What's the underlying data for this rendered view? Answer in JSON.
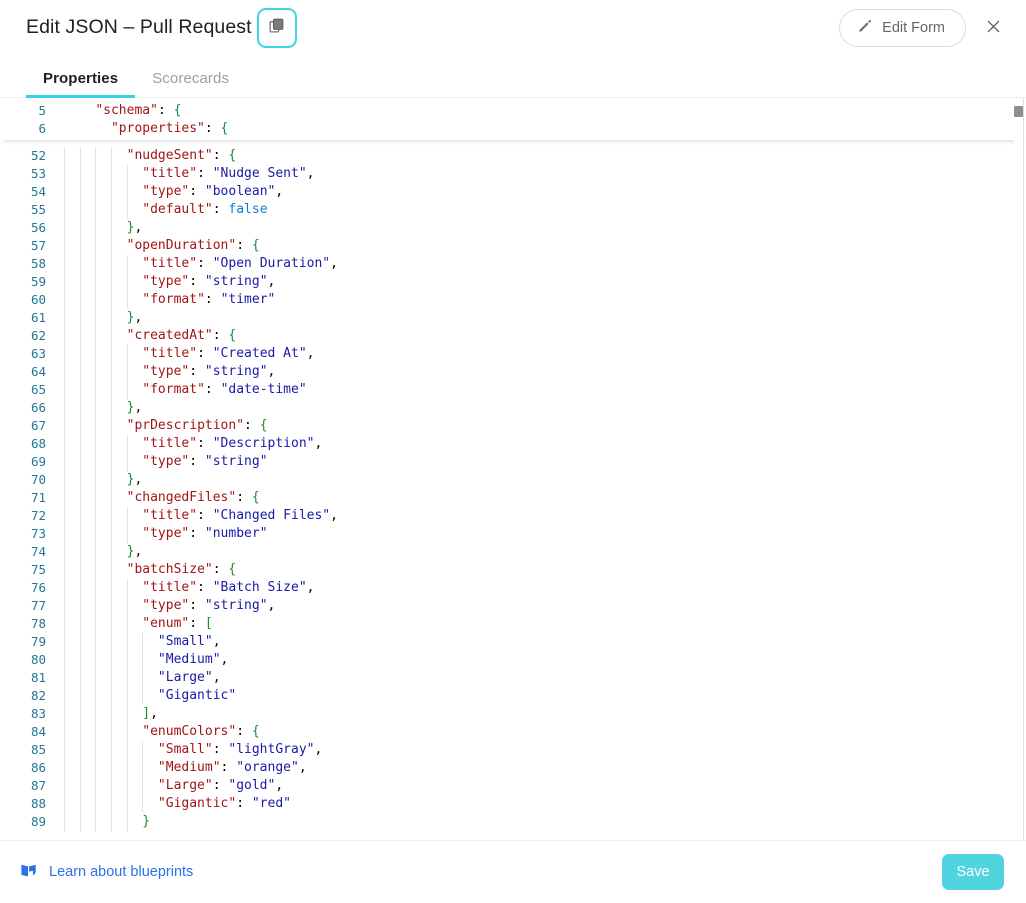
{
  "header": {
    "title": "Edit JSON – Pull Request",
    "copy_icon": "copy-icon",
    "edit_form_label": "Edit Form",
    "edit_icon": "pencil-icon",
    "close_icon": "close-icon"
  },
  "tabs": [
    {
      "label": "Properties",
      "active": true
    },
    {
      "label": "Scorecards",
      "active": false
    }
  ],
  "footer": {
    "learn_label": "Learn about blueprints",
    "learn_icon": "book-icon",
    "save_label": "Save"
  },
  "colors": {
    "accent": "#3ad2e3",
    "save_bg": "#4fd4e0",
    "link": "#2a72e8",
    "line_number": "#237893",
    "json_key": "#a31515",
    "json_string": "#1a1aa6",
    "json_boolean": "#0b7fd6",
    "json_brace": "#1a8a3a"
  },
  "editor": {
    "sticky_lines": [
      {
        "num": 5,
        "indent": 2,
        "tokens": [
          {
            "t": "key",
            "v": "\"schema\""
          },
          {
            "t": "punct",
            "v": ": "
          },
          {
            "t": "brace",
            "v": "{"
          }
        ]
      },
      {
        "num": 6,
        "indent": 3,
        "tokens": [
          {
            "t": "key",
            "v": "\"properties\""
          },
          {
            "t": "punct",
            "v": ": "
          },
          {
            "t": "brace",
            "v": "{"
          }
        ]
      }
    ],
    "lines": [
      {
        "num": 52,
        "indent": 4,
        "tokens": [
          {
            "t": "key",
            "v": "\"nudgeSent\""
          },
          {
            "t": "punct",
            "v": ": "
          },
          {
            "t": "brace",
            "v": "{"
          }
        ]
      },
      {
        "num": 53,
        "indent": 5,
        "tokens": [
          {
            "t": "key",
            "v": "\"title\""
          },
          {
            "t": "punct",
            "v": ": "
          },
          {
            "t": "str",
            "v": "\"Nudge Sent\""
          },
          {
            "t": "punct",
            "v": ","
          }
        ]
      },
      {
        "num": 54,
        "indent": 5,
        "tokens": [
          {
            "t": "key",
            "v": "\"type\""
          },
          {
            "t": "punct",
            "v": ": "
          },
          {
            "t": "str",
            "v": "\"boolean\""
          },
          {
            "t": "punct",
            "v": ","
          }
        ]
      },
      {
        "num": 55,
        "indent": 5,
        "tokens": [
          {
            "t": "key",
            "v": "\"default\""
          },
          {
            "t": "punct",
            "v": ": "
          },
          {
            "t": "bool",
            "v": "false"
          }
        ]
      },
      {
        "num": 56,
        "indent": 4,
        "tokens": [
          {
            "t": "brace",
            "v": "}"
          },
          {
            "t": "punct",
            "v": ","
          }
        ]
      },
      {
        "num": 57,
        "indent": 4,
        "tokens": [
          {
            "t": "key",
            "v": "\"openDuration\""
          },
          {
            "t": "punct",
            "v": ": "
          },
          {
            "t": "brace",
            "v": "{"
          }
        ]
      },
      {
        "num": 58,
        "indent": 5,
        "tokens": [
          {
            "t": "key",
            "v": "\"title\""
          },
          {
            "t": "punct",
            "v": ": "
          },
          {
            "t": "str",
            "v": "\"Open Duration\""
          },
          {
            "t": "punct",
            "v": ","
          }
        ]
      },
      {
        "num": 59,
        "indent": 5,
        "tokens": [
          {
            "t": "key",
            "v": "\"type\""
          },
          {
            "t": "punct",
            "v": ": "
          },
          {
            "t": "str",
            "v": "\"string\""
          },
          {
            "t": "punct",
            "v": ","
          }
        ]
      },
      {
        "num": 60,
        "indent": 5,
        "tokens": [
          {
            "t": "key",
            "v": "\"format\""
          },
          {
            "t": "punct",
            "v": ": "
          },
          {
            "t": "str",
            "v": "\"timer\""
          }
        ]
      },
      {
        "num": 61,
        "indent": 4,
        "tokens": [
          {
            "t": "brace",
            "v": "}"
          },
          {
            "t": "punct",
            "v": ","
          }
        ]
      },
      {
        "num": 62,
        "indent": 4,
        "tokens": [
          {
            "t": "key",
            "v": "\"createdAt\""
          },
          {
            "t": "punct",
            "v": ": "
          },
          {
            "t": "brace",
            "v": "{"
          }
        ]
      },
      {
        "num": 63,
        "indent": 5,
        "tokens": [
          {
            "t": "key",
            "v": "\"title\""
          },
          {
            "t": "punct",
            "v": ": "
          },
          {
            "t": "str",
            "v": "\"Created At\""
          },
          {
            "t": "punct",
            "v": ","
          }
        ]
      },
      {
        "num": 64,
        "indent": 5,
        "tokens": [
          {
            "t": "key",
            "v": "\"type\""
          },
          {
            "t": "punct",
            "v": ": "
          },
          {
            "t": "str",
            "v": "\"string\""
          },
          {
            "t": "punct",
            "v": ","
          }
        ]
      },
      {
        "num": 65,
        "indent": 5,
        "tokens": [
          {
            "t": "key",
            "v": "\"format\""
          },
          {
            "t": "punct",
            "v": ": "
          },
          {
            "t": "str",
            "v": "\"date-time\""
          }
        ]
      },
      {
        "num": 66,
        "indent": 4,
        "tokens": [
          {
            "t": "brace",
            "v": "}"
          },
          {
            "t": "punct",
            "v": ","
          }
        ]
      },
      {
        "num": 67,
        "indent": 4,
        "tokens": [
          {
            "t": "key",
            "v": "\"prDescription\""
          },
          {
            "t": "punct",
            "v": ": "
          },
          {
            "t": "brace",
            "v": "{"
          }
        ]
      },
      {
        "num": 68,
        "indent": 5,
        "tokens": [
          {
            "t": "key",
            "v": "\"title\""
          },
          {
            "t": "punct",
            "v": ": "
          },
          {
            "t": "str",
            "v": "\"Description\""
          },
          {
            "t": "punct",
            "v": ","
          }
        ]
      },
      {
        "num": 69,
        "indent": 5,
        "tokens": [
          {
            "t": "key",
            "v": "\"type\""
          },
          {
            "t": "punct",
            "v": ": "
          },
          {
            "t": "str",
            "v": "\"string\""
          }
        ]
      },
      {
        "num": 70,
        "indent": 4,
        "tokens": [
          {
            "t": "brace",
            "v": "}"
          },
          {
            "t": "punct",
            "v": ","
          }
        ]
      },
      {
        "num": 71,
        "indent": 4,
        "tokens": [
          {
            "t": "key",
            "v": "\"changedFiles\""
          },
          {
            "t": "punct",
            "v": ": "
          },
          {
            "t": "brace",
            "v": "{"
          }
        ]
      },
      {
        "num": 72,
        "indent": 5,
        "tokens": [
          {
            "t": "key",
            "v": "\"title\""
          },
          {
            "t": "punct",
            "v": ": "
          },
          {
            "t": "str",
            "v": "\"Changed Files\""
          },
          {
            "t": "punct",
            "v": ","
          }
        ]
      },
      {
        "num": 73,
        "indent": 5,
        "tokens": [
          {
            "t": "key",
            "v": "\"type\""
          },
          {
            "t": "punct",
            "v": ": "
          },
          {
            "t": "str",
            "v": "\"number\""
          }
        ]
      },
      {
        "num": 74,
        "indent": 4,
        "tokens": [
          {
            "t": "brace",
            "v": "}"
          },
          {
            "t": "punct",
            "v": ","
          }
        ]
      },
      {
        "num": 75,
        "indent": 4,
        "tokens": [
          {
            "t": "key",
            "v": "\"batchSize\""
          },
          {
            "t": "punct",
            "v": ": "
          },
          {
            "t": "brace",
            "v": "{"
          }
        ]
      },
      {
        "num": 76,
        "indent": 5,
        "tokens": [
          {
            "t": "key",
            "v": "\"title\""
          },
          {
            "t": "punct",
            "v": ": "
          },
          {
            "t": "str",
            "v": "\"Batch Size\""
          },
          {
            "t": "punct",
            "v": ","
          }
        ]
      },
      {
        "num": 77,
        "indent": 5,
        "tokens": [
          {
            "t": "key",
            "v": "\"type\""
          },
          {
            "t": "punct",
            "v": ": "
          },
          {
            "t": "str",
            "v": "\"string\""
          },
          {
            "t": "punct",
            "v": ","
          }
        ]
      },
      {
        "num": 78,
        "indent": 5,
        "tokens": [
          {
            "t": "key",
            "v": "\"enum\""
          },
          {
            "t": "punct",
            "v": ": "
          },
          {
            "t": "brace",
            "v": "["
          }
        ]
      },
      {
        "num": 79,
        "indent": 6,
        "tokens": [
          {
            "t": "str",
            "v": "\"Small\""
          },
          {
            "t": "punct",
            "v": ","
          }
        ]
      },
      {
        "num": 80,
        "indent": 6,
        "tokens": [
          {
            "t": "str",
            "v": "\"Medium\""
          },
          {
            "t": "punct",
            "v": ","
          }
        ]
      },
      {
        "num": 81,
        "indent": 6,
        "tokens": [
          {
            "t": "str",
            "v": "\"Large\""
          },
          {
            "t": "punct",
            "v": ","
          }
        ]
      },
      {
        "num": 82,
        "indent": 6,
        "tokens": [
          {
            "t": "str",
            "v": "\"Gigantic\""
          }
        ]
      },
      {
        "num": 83,
        "indent": 5,
        "tokens": [
          {
            "t": "brace",
            "v": "]"
          },
          {
            "t": "punct",
            "v": ","
          }
        ]
      },
      {
        "num": 84,
        "indent": 5,
        "tokens": [
          {
            "t": "key",
            "v": "\"enumColors\""
          },
          {
            "t": "punct",
            "v": ": "
          },
          {
            "t": "brace",
            "v": "{"
          }
        ]
      },
      {
        "num": 85,
        "indent": 6,
        "tokens": [
          {
            "t": "key",
            "v": "\"Small\""
          },
          {
            "t": "punct",
            "v": ": "
          },
          {
            "t": "str",
            "v": "\"lightGray\""
          },
          {
            "t": "punct",
            "v": ","
          }
        ]
      },
      {
        "num": 86,
        "indent": 6,
        "tokens": [
          {
            "t": "key",
            "v": "\"Medium\""
          },
          {
            "t": "punct",
            "v": ": "
          },
          {
            "t": "str",
            "v": "\"orange\""
          },
          {
            "t": "punct",
            "v": ","
          }
        ]
      },
      {
        "num": 87,
        "indent": 6,
        "tokens": [
          {
            "t": "key",
            "v": "\"Large\""
          },
          {
            "t": "punct",
            "v": ": "
          },
          {
            "t": "str",
            "v": "\"gold\""
          },
          {
            "t": "punct",
            "v": ","
          }
        ]
      },
      {
        "num": 88,
        "indent": 6,
        "tokens": [
          {
            "t": "key",
            "v": "\"Gigantic\""
          },
          {
            "t": "punct",
            "v": ": "
          },
          {
            "t": "str",
            "v": "\"red\""
          }
        ]
      },
      {
        "num": 89,
        "indent": 5,
        "tokens": [
          {
            "t": "brace",
            "v": "}"
          }
        ]
      }
    ]
  }
}
